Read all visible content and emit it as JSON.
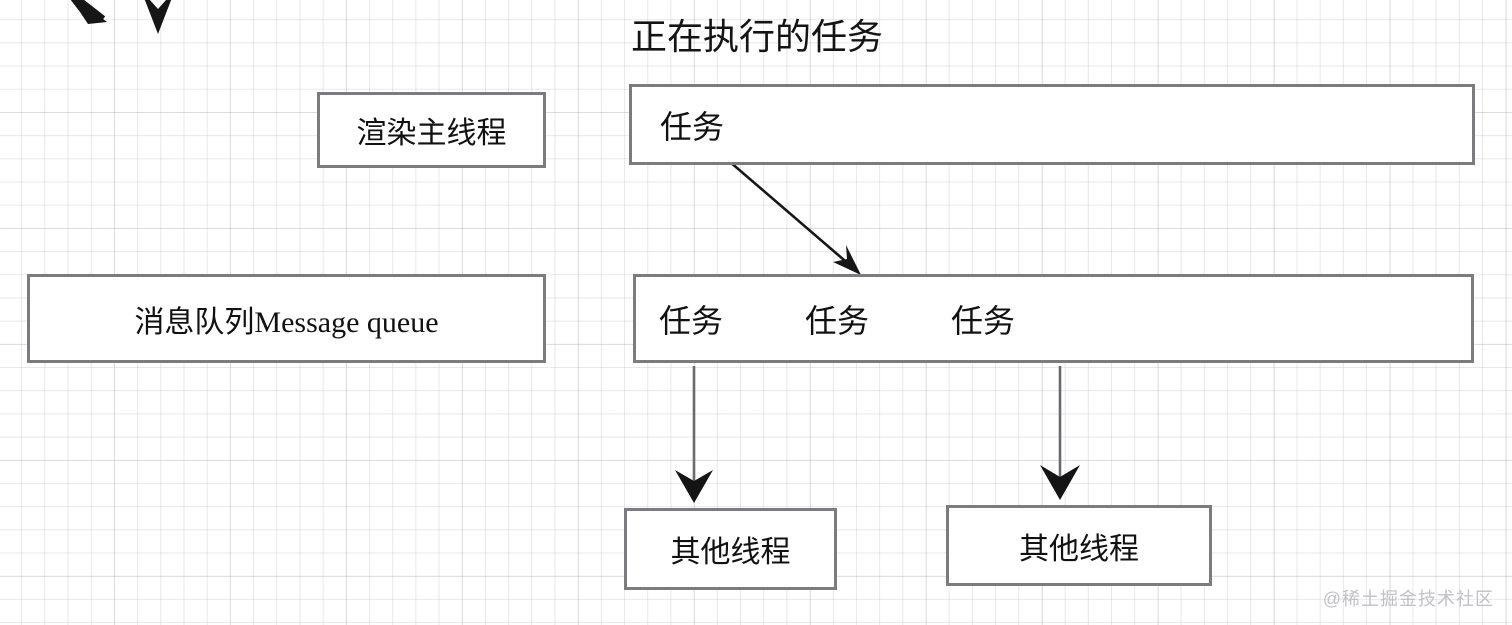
{
  "diagram": {
    "title": "正在执行的任务",
    "background": {
      "grid_color": "#b4b4b9",
      "page_color": "#ffffff"
    },
    "box_border_color": "#7b7b80",
    "boxes": [
      {
        "id": "render-main-thread",
        "label": "渲染主线程"
      },
      {
        "id": "message-queue",
        "label": "消息队列Message queue"
      },
      {
        "id": "current-task",
        "label": "任务"
      },
      {
        "id": "other-thread-1",
        "label": "其他线程"
      },
      {
        "id": "other-thread-2",
        "label": "其他线程"
      }
    ],
    "task_queue": {
      "items": [
        "任务",
        "任务",
        "任务"
      ]
    },
    "arrows": [
      {
        "id": "task-to-queue",
        "kind": "diagonal-down-right"
      },
      {
        "id": "queue-to-other-thread-1",
        "kind": "vertical-down"
      },
      {
        "id": "queue-to-other-thread-2",
        "kind": "vertical-down"
      },
      {
        "id": "incoming-top-diagonal",
        "kind": "clipped-arrowhead"
      },
      {
        "id": "incoming-top-vertical",
        "kind": "clipped-arrowhead"
      }
    ]
  },
  "watermark": {
    "text": "@稀土掘金技术社区",
    "color": "#c2c2c6"
  }
}
